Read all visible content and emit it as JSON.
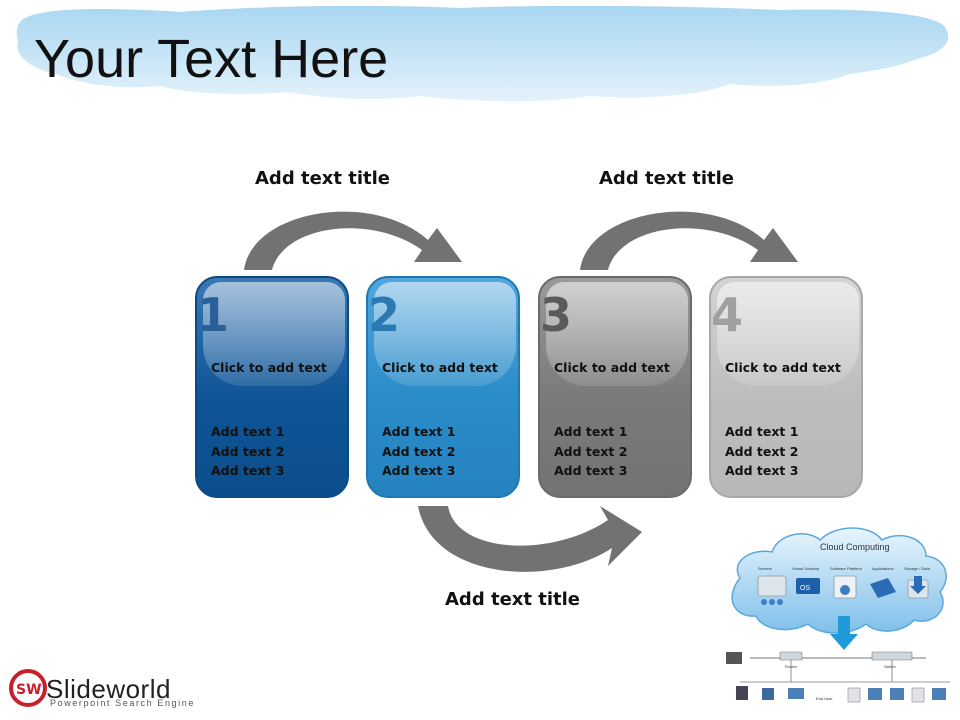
{
  "title": "Your Text Here",
  "arc_titles": {
    "top_left": "Add text title",
    "top_right": "Add text title",
    "bottom": "Add text title"
  },
  "cards": [
    {
      "number": "1",
      "heading": "Click to add text",
      "items": [
        "Add text 1",
        "Add text 2",
        "Add text 3"
      ],
      "color": "#0e5596"
    },
    {
      "number": "2",
      "heading": "Click to add text",
      "items": [
        "Add text 1",
        "Add text 2",
        "Add text 3"
      ],
      "color": "#2a8cc8"
    },
    {
      "number": "3",
      "heading": "Click to add text",
      "items": [
        "Add text 1",
        "Add text 2",
        "Add text 3"
      ],
      "color": "#7a7a7a"
    },
    {
      "number": "4",
      "heading": "Click to add text",
      "items": [
        "Add text 1",
        "Add text 2",
        "Add text 3"
      ],
      "color": "#bdbdbd"
    }
  ],
  "cloud_graphic": {
    "title": "Cloud Computing",
    "categories": [
      "Servers",
      "Virtual Desktop",
      "Software Platform",
      "Applications",
      "Storage / Data"
    ],
    "os_label": "OS",
    "network_labels": [
      "Router",
      "Switch",
      "End User"
    ]
  },
  "logo": {
    "mark": "SW",
    "name": "Slideworld",
    "tagline": "Powerpoint Search Engine"
  },
  "colors": {
    "sky": "#bfe0f5",
    "arrow": "#707070"
  },
  "icons": [
    "cloud-banner",
    "curved-arrow-icon",
    "cloud-computing-illustration",
    "slideworld-logo"
  ]
}
